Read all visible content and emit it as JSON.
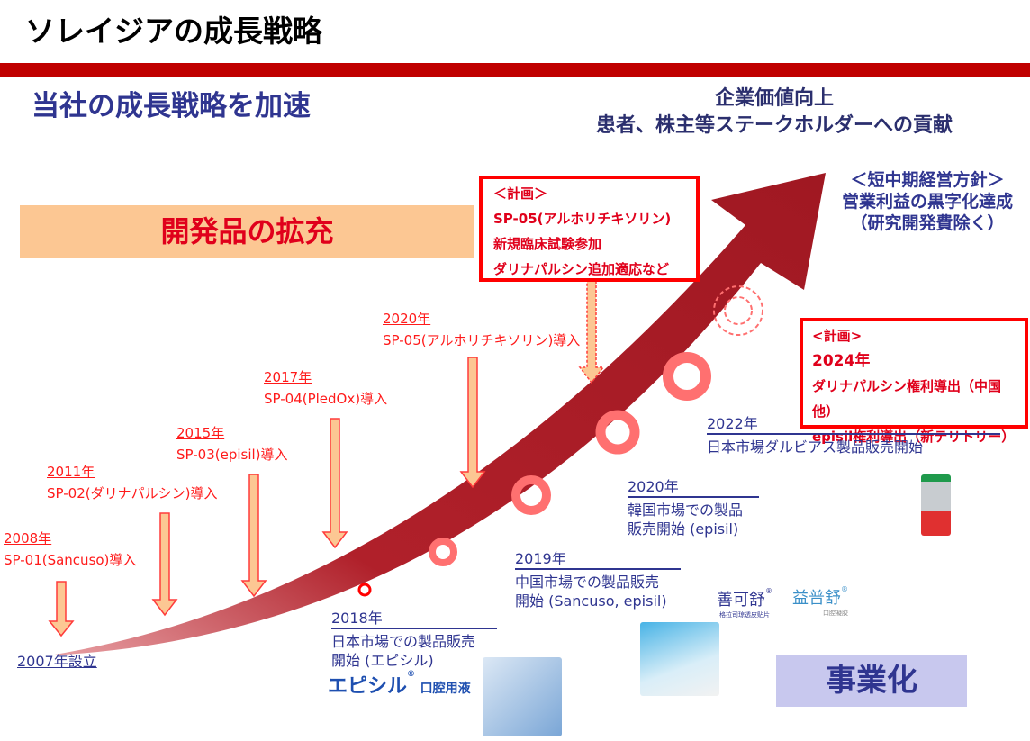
{
  "title": "ソレイジアの成長戦略",
  "subtitle": "当社の成長戦略を加速",
  "goal": {
    "line1": "企業価値向上",
    "line2": "患者、株主等ステークホルダーへの貢献"
  },
  "policy": {
    "line1": "＜短中期経営方針＞",
    "line2": "営業利益の黒字化達成",
    "line3": "（研究開発費除く）"
  },
  "development_label": "開発品の拡充",
  "business_label": "事業化",
  "plan1": {
    "label": "＜計画＞",
    "line1": "SP-05(アルホリチキソリン)",
    "line2": "新規臨床試験参加",
    "line3": "ダリナパルシン追加適応など"
  },
  "plan2": {
    "label": "<計画>",
    "year": "2024年",
    "line1": "ダリナパルシン権利導出（中国他）",
    "line2": "episil権利導出（新テリトリー）"
  },
  "founded": "2007年設立",
  "introductions": [
    {
      "year": "2008年",
      "text": "SP-01(Sancuso)導入"
    },
    {
      "year": "2011年",
      "text": "SP-02(ダリナパルシン)導入"
    },
    {
      "year": "2015年",
      "text": "SP-03(episil)導入"
    },
    {
      "year": "2017年",
      "text": "SP-04(PledOx)導入"
    },
    {
      "year": "2020年",
      "text": "SP-05(アルホリチキソリン)導入"
    }
  ],
  "milestones": [
    {
      "year": "2018年",
      "line1": "日本市場での製品販売",
      "line2": "開始 (エピシル)"
    },
    {
      "year": "2019年",
      "line1": "中国市場での製品販売",
      "line2": "開始 (Sancuso, episil)"
    },
    {
      "year": "2020年",
      "line1": "韓国市場での製品",
      "line2": "販売開始 (episil)"
    },
    {
      "year": "2022年",
      "line1": "日本市場ダルビアス製品販売開始"
    }
  ],
  "brands": {
    "episil_jp": "エピシル",
    "episil_jp_sub": "口腔用液",
    "cn1": "善可舒",
    "cn1_sub": "格拉司琼透皮贴片",
    "cn2": "益普舒",
    "cn2_sub": "口腔凝胶",
    "reg": "®"
  },
  "colors": {
    "arrow": "#b0202a",
    "accent": "#e0001b",
    "navy": "#2f3590"
  }
}
